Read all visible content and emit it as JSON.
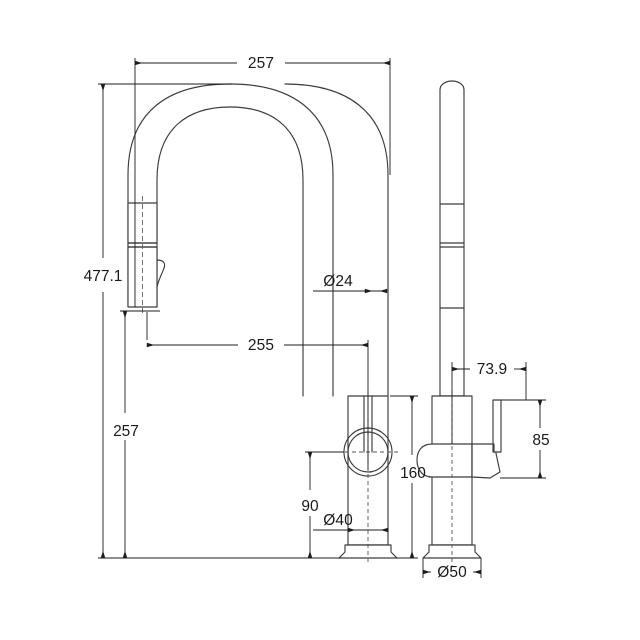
{
  "drawing": {
    "title": "Kitchen Mixer Tap Technical Drawing",
    "view_left_name": "front-elevation",
    "view_right_name": "side-elevation",
    "units": "mm",
    "line_color": "#3c3c3c",
    "dim_color": "#1c1c1c",
    "background": "#ffffff"
  },
  "dimensions": {
    "spout_reach": "257",
    "overall_height": "477.1",
    "spout_height": "257",
    "spout_centre_reach": "255",
    "spout_tube_diameter": "Ø24",
    "body_diameter": "Ø40",
    "handle_height": "90",
    "body_height": "160",
    "handle_projection": "73.9",
    "handle_length": "85",
    "base_diameter": "Ø50"
  },
  "labels": [
    {
      "id": "dim-257-top",
      "value": "257",
      "orientation": "horizontal"
    },
    {
      "id": "dim-477-1",
      "value": "477.1",
      "orientation": "vertical"
    },
    {
      "id": "dim-257-left",
      "value": "257",
      "orientation": "vertical"
    },
    {
      "id": "dim-255",
      "value": "255",
      "orientation": "horizontal"
    },
    {
      "id": "dim-d24",
      "value": "Ø24",
      "orientation": "horizontal"
    },
    {
      "id": "dim-90",
      "value": "90",
      "orientation": "vertical"
    },
    {
      "id": "dim-d40",
      "value": "Ø40",
      "orientation": "horizontal"
    },
    {
      "id": "dim-160",
      "value": "160",
      "orientation": "vertical"
    },
    {
      "id": "dim-73-9",
      "value": "73.9",
      "orientation": "horizontal"
    },
    {
      "id": "dim-85",
      "value": "85",
      "orientation": "vertical"
    },
    {
      "id": "dim-d50",
      "value": "Ø50",
      "orientation": "horizontal"
    }
  ]
}
